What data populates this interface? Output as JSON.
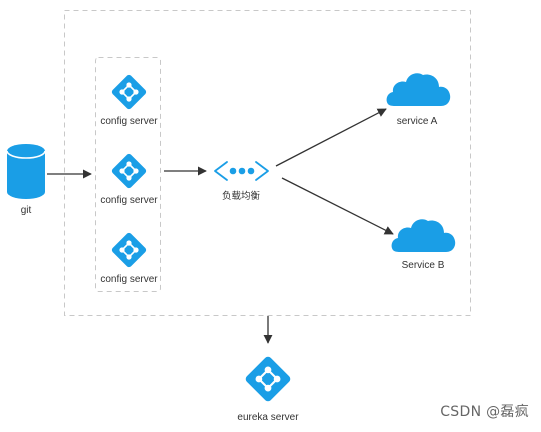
{
  "nodes": {
    "git": {
      "label": "git"
    },
    "config_servers": [
      {
        "label": "config server"
      },
      {
        "label": "config server"
      },
      {
        "label": "config server"
      }
    ],
    "load_balancer": {
      "label": "负载均衡"
    },
    "service_a": {
      "label": "service A"
    },
    "service_b": {
      "label": "Service B"
    },
    "eureka": {
      "label": "eureka server"
    }
  },
  "watermark": "CSDN @磊疯",
  "colors": {
    "accent": "#1a9ee6",
    "arrow": "#333333",
    "dashed_border": "#c8c8c8"
  }
}
